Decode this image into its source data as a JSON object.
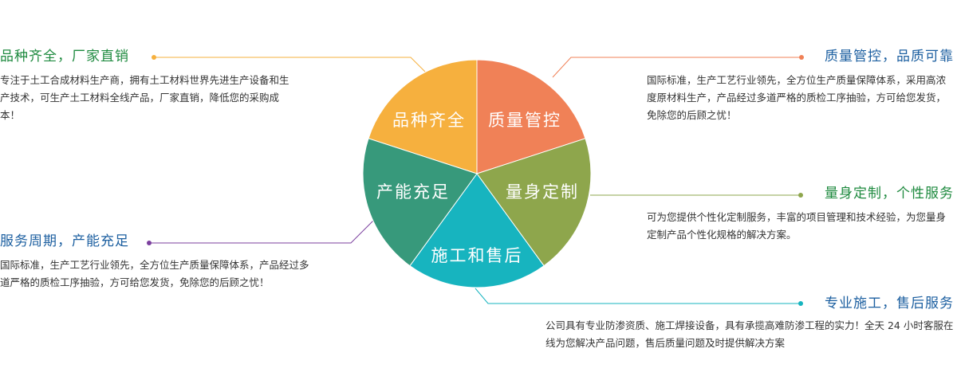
{
  "colors": {
    "orange": "#f6b03e",
    "salmon": "#f08157",
    "olive": "#8ea64c",
    "teal": "#17b4bf",
    "green": "#37997b",
    "title_green": "#1e8a3f",
    "title_blue": "#1c5fa0",
    "desc_text": "#333333"
  },
  "segments": [
    {
      "label": "品种齐全",
      "color": "#f6b03e"
    },
    {
      "label": "质量管控",
      "color": "#f08157"
    },
    {
      "label": "量身定制",
      "color": "#8ea64c"
    },
    {
      "label": "施工和售后",
      "color": "#17b4bf"
    },
    {
      "label": "产能充足",
      "color": "#37997b"
    }
  ],
  "features": {
    "variety": {
      "title": "品种齐全，厂家直销",
      "description": "专注于土工合成材料生产商，拥有土工材料世界先进生产设备和生产技术，可生产土工材料全线产品，厂家直销，降低您的采购成本！",
      "dot_color": "#f6b03e"
    },
    "quality": {
      "title": "质量管控，品质可靠",
      "description": "国际标准，生产工艺行业领先，全方位生产质量保障体系，采用高浓度原材料生产，产品经过多道严格的质检工序抽验，方可给您发货，免除您的后顾之忧！",
      "dot_color": "#f08157"
    },
    "custom": {
      "title": "量身定制，个性服务",
      "description": "可为您提供个性化定制服务，丰富的项目管理和技术经验，为您量身定制产品个性化规格的解决方案。",
      "dot_color": "#8ea64c"
    },
    "capacity": {
      "title": "服务周期，产能充足",
      "description": "国际标准，生产工艺行业领先，全方位生产质量保障体系，产品经过多道严格的质检工序抽验，方可给您发货，免除您的后顾之忧！",
      "dot_color": "#7b3f9e"
    },
    "service": {
      "title": "专业施工，售后服务",
      "description": "公司具有专业防渗资质、施工焊接设备，具有承揽高难防渗工程的实力！全天 24 小时客服在线为您解决产品问题，售后质量问题及时提供解决方案",
      "dot_color": "#17b4bf"
    }
  }
}
